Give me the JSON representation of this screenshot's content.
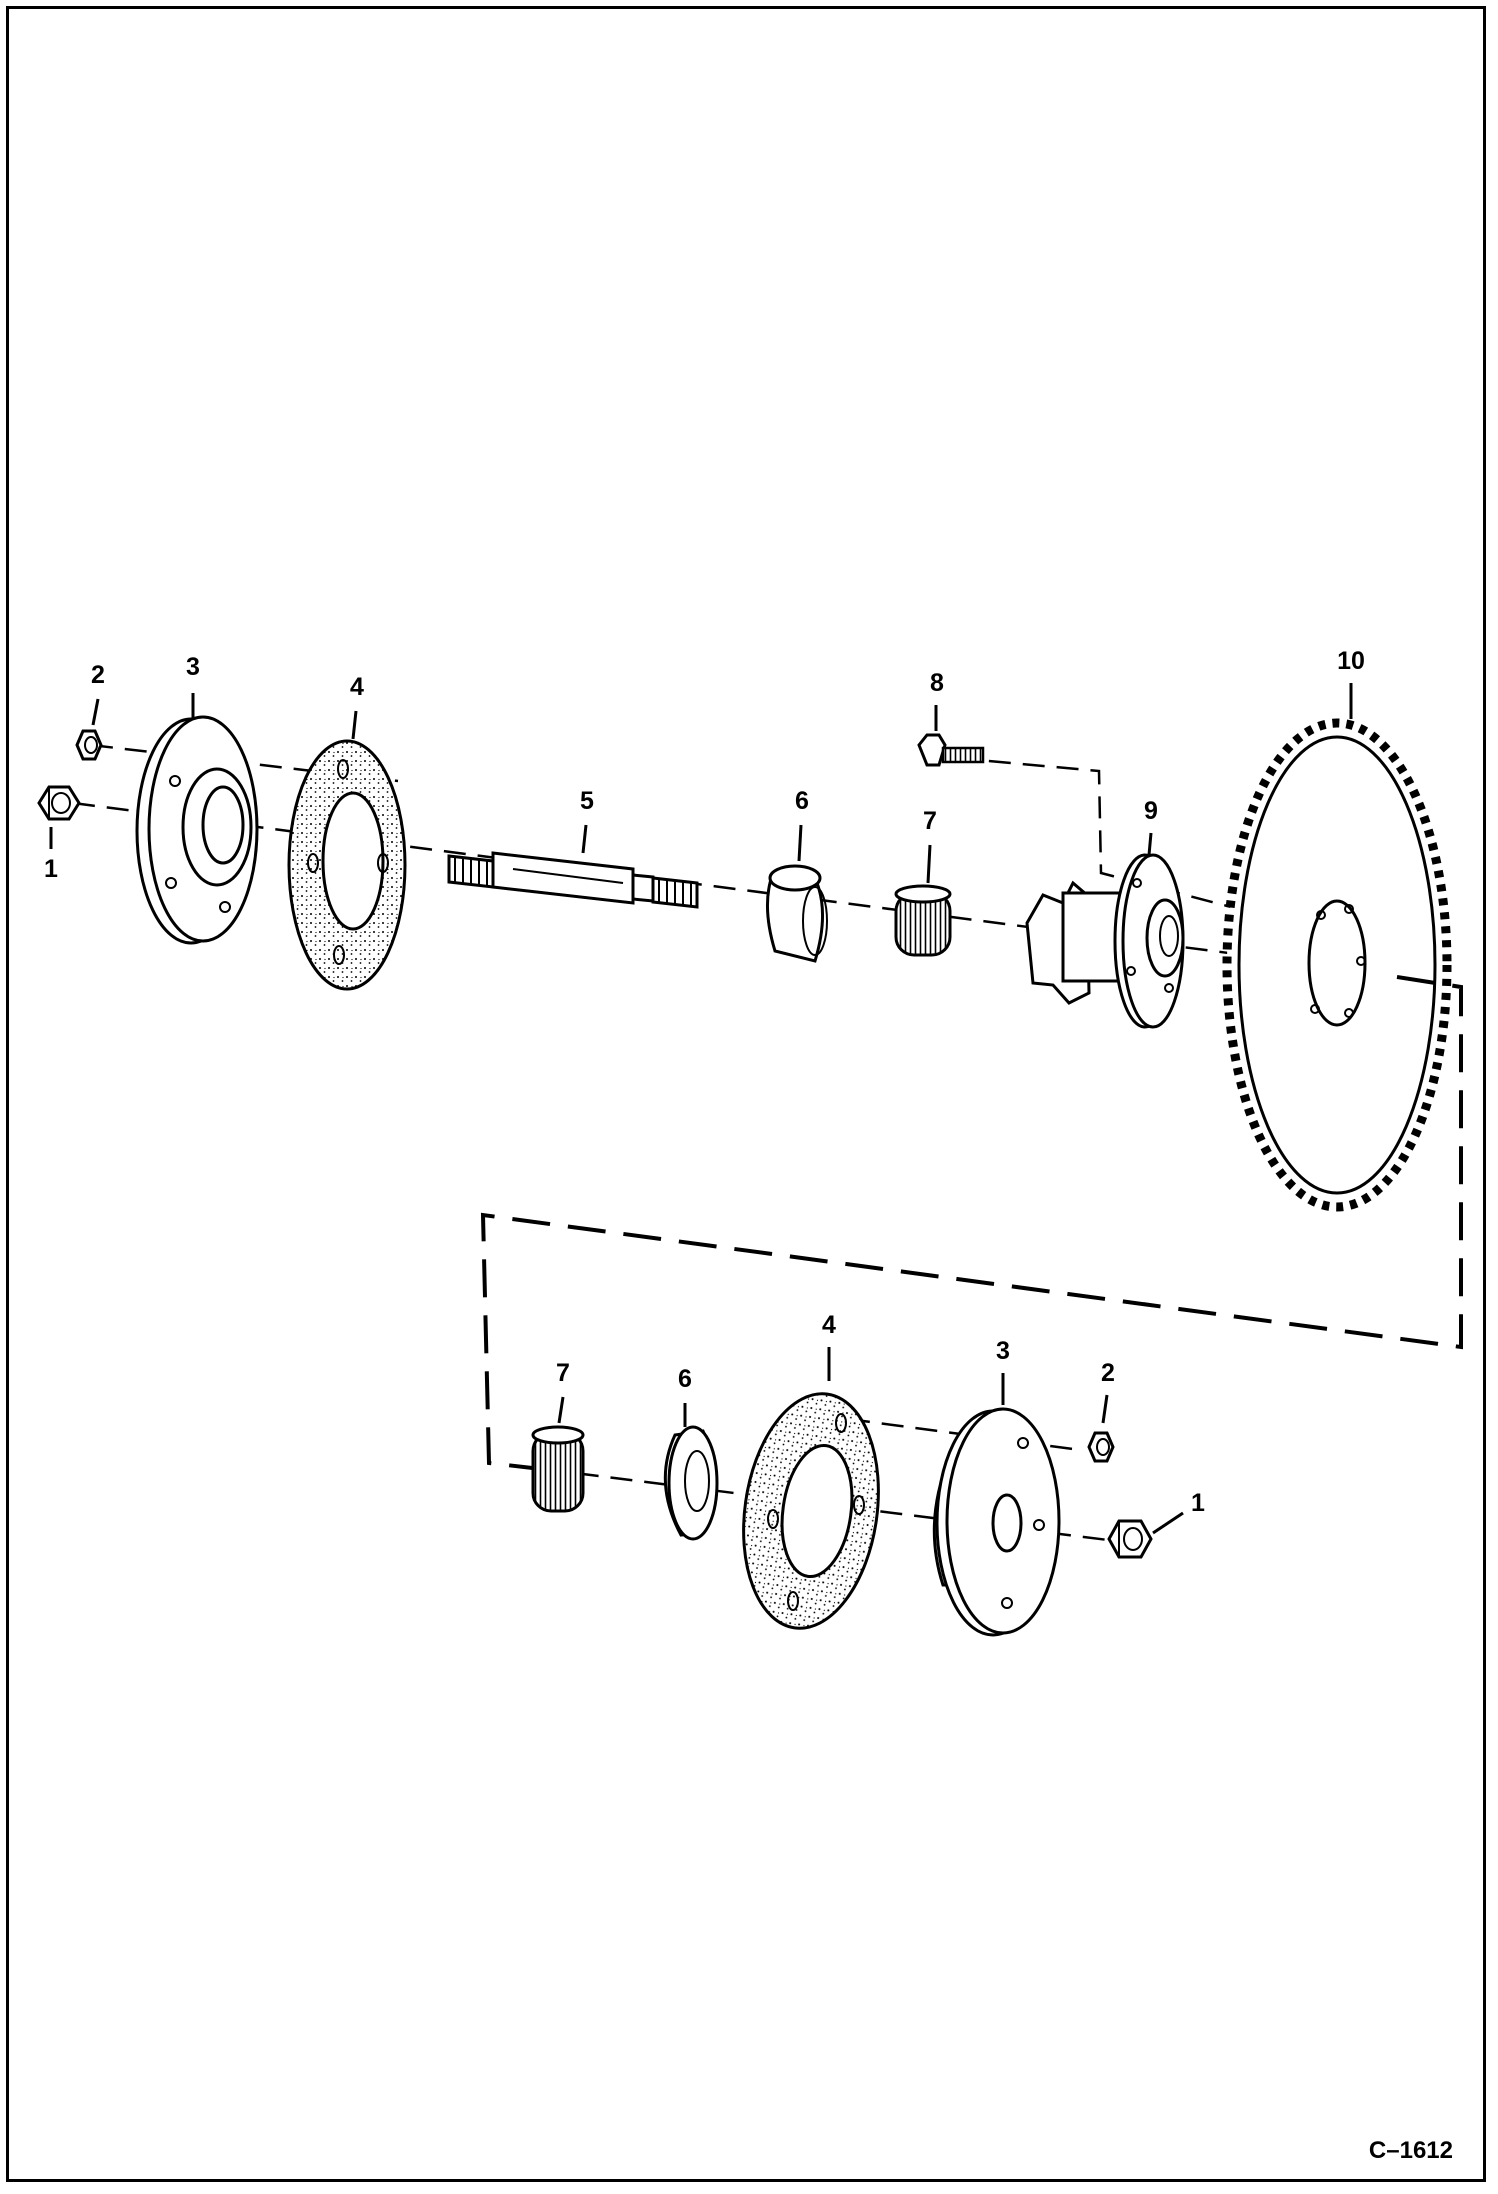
{
  "callouts": {
    "upper": {
      "nut_1": "1",
      "nut_2": "2",
      "flange_3": "3",
      "gasket_4": "4",
      "shaft_5": "5",
      "race_6": "6",
      "bearing_7": "7",
      "bolt_8": "8",
      "hub_9": "9",
      "sprocket_10": "10"
    },
    "lower": {
      "bearing_7": "7",
      "race_6": "6",
      "gasket_4": "4",
      "flange_3": "3",
      "nut_2": "2",
      "nut_1": "1"
    }
  },
  "reference_code": "C–1612"
}
